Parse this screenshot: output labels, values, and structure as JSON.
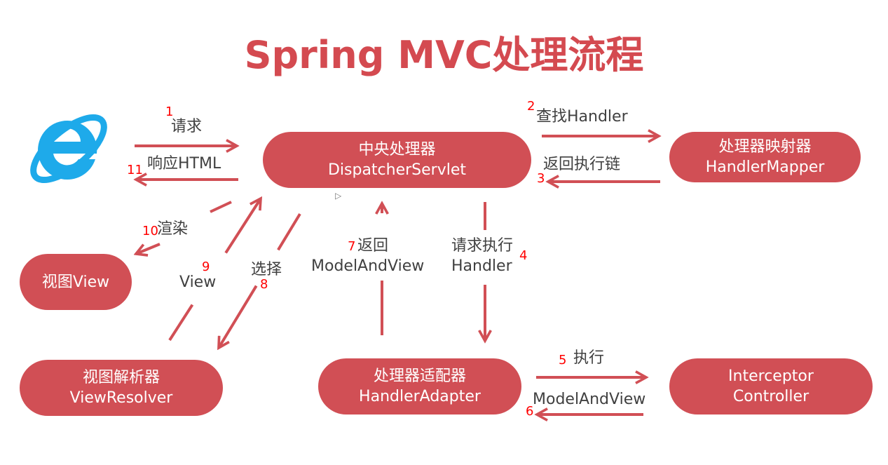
{
  "title": "Spring MVC处理流程",
  "colors": {
    "accent": "#d44a50",
    "node_fill": "#d14f55",
    "arrow": "#d14f55",
    "step_number": "#ff0000",
    "label_text": "#404040",
    "browser_icon": "#1eaaea"
  },
  "browser": {
    "icon": "internet-explorer-icon"
  },
  "nodes": {
    "dispatcher": {
      "line1": "中央处理器",
      "line2": "DispatcherServlet"
    },
    "mapper": {
      "line1": "处理器映射器",
      "line2": "HandlerMapper"
    },
    "view": {
      "line1": "视图View"
    },
    "resolver": {
      "line1": "视图解析器",
      "line2": "ViewResolver"
    },
    "adapter": {
      "line1": "处理器适配器",
      "line2": "HandlerAdapter"
    },
    "controller": {
      "line1": "Interceptor",
      "line2": "Controller"
    }
  },
  "steps": [
    {
      "num": "1",
      "label": "请求"
    },
    {
      "num": "2",
      "label": "查找Handler"
    },
    {
      "num": "3",
      "label": "返回执行链"
    },
    {
      "num": "4",
      "label": "请求执行",
      "label2": "Handler"
    },
    {
      "num": "5",
      "label": "执行"
    },
    {
      "num": "6",
      "label": "ModelAndView"
    },
    {
      "num": "7",
      "label": "返回",
      "label2": "ModelAndView"
    },
    {
      "num": "8",
      "label": "选择"
    },
    {
      "num": "9",
      "label": "View"
    },
    {
      "num": "10",
      "label": "渲染"
    },
    {
      "num": "11",
      "label": "响应HTML"
    }
  ]
}
